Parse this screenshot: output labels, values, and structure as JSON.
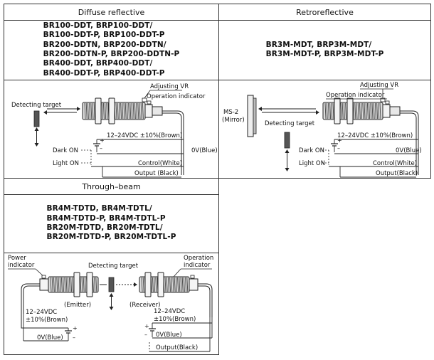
{
  "diffuse": {
    "title": "Diffuse reflective",
    "models": [
      "BR100-DDT, BRP100-DDT/",
      "BR100-DDT-P, BRP100-DDT-P",
      "BR200-DDTN, BRP200-DDTN/",
      "BR200-DDTN-P, BRP200-DDTN-P",
      "BR400-DDT, BRP400-DDT/",
      "BR400-DDT-P, BRP400-DDT-P"
    ],
    "adjusting_vr": "Adjusting VR",
    "operation_indicator": "Operation indicator",
    "detecting_target": "Detecting target",
    "brown": "12–24VDC ±10%(Brown)",
    "blue": "0V(Blue)",
    "control": "Control(White)",
    "output": "Output (Black)",
    "dark_on": "Dark ON",
    "light_on": "Light ON",
    "plus": "+",
    "minus": "–"
  },
  "retro": {
    "title": "Retroreflective",
    "models": [
      "BR3M-MDT, BRP3M-MDT/",
      "BR3M-MDT-P, BRP3M-MDT-P"
    ],
    "adjusting_vr": "Adjusting VR",
    "operation_indicator": "Operation indicator",
    "mirror_name": "MS-2",
    "mirror_sub": "(Mirror)",
    "detecting_target": "Detecting target",
    "brown": "12–24VDC ±10%(Brown)",
    "blue": "0V(Blue)",
    "control": "Control(White)",
    "output": "Output(Black)",
    "dark_on": "Dark ON",
    "light_on": "Light ON",
    "plus": "+",
    "minus": "–"
  },
  "through": {
    "title": "Through–beam",
    "models": [
      "BR4M-TDTD, BR4M-TDTL/",
      "BR4M-TDTD-P, BR4M-TDTL-P",
      "BR20M-TDTD, BR20M-TDTL/",
      "BR20M-TDTD-P, BR20M-TDTL-P"
    ],
    "power_indicator_1": "Power",
    "power_indicator_2": "indicator",
    "detecting_target": "Detecting target",
    "operation_indicator_1": "Operation",
    "operation_indicator_2": "indicator",
    "emitter": "(Emitter)",
    "receiver": "(Receiver)",
    "emitter_supply_1": "12–24VDC",
    "emitter_supply_2": "±10%(Brown)",
    "receiver_supply_1": "12–24VDC",
    "receiver_supply_2": "±10%(Brown)",
    "emitter_blue": "0V(Blue)",
    "receiver_blue": "0V(Blue)",
    "output": "Output(Black)",
    "plus": "+",
    "minus": "–"
  }
}
